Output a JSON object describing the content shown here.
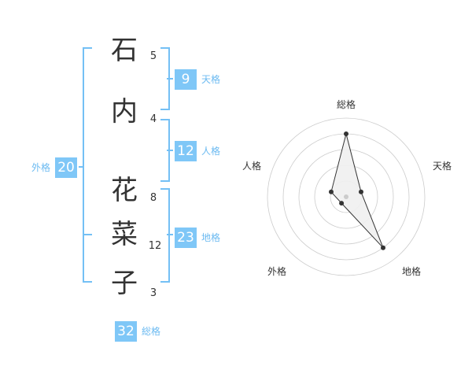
{
  "name": {
    "chars": [
      {
        "char": "石",
        "strokes": "5"
      },
      {
        "char": "内",
        "strokes": "4"
      },
      {
        "char": "花",
        "strokes": "8"
      },
      {
        "char": "菜",
        "strokes": "12"
      },
      {
        "char": "子",
        "strokes": "3"
      }
    ]
  },
  "kaku": {
    "tenkaku": {
      "value": "9",
      "label": "天格"
    },
    "jinkaku": {
      "value": "12",
      "label": "人格"
    },
    "chikaku": {
      "value": "23",
      "label": "地格"
    },
    "gaikaku": {
      "value": "20",
      "label": "外格"
    },
    "soukaku": {
      "value": "32",
      "label": "総格"
    }
  },
  "chart_data": {
    "type": "radar",
    "axes": [
      "総格",
      "天格",
      "地格",
      "外格",
      "人格"
    ],
    "values": [
      4,
      1,
      4,
      0.5,
      1
    ],
    "rmax": 5,
    "rings": 5,
    "colors": {
      "fill": "#efefef",
      "line": "#333333",
      "grid": "#cccccc",
      "point": "#333333",
      "center": "#cccccc"
    }
  },
  "colors": {
    "badge": "#7fc7f7",
    "bracket": "#74c0f5",
    "label": "#6bbaf1"
  }
}
